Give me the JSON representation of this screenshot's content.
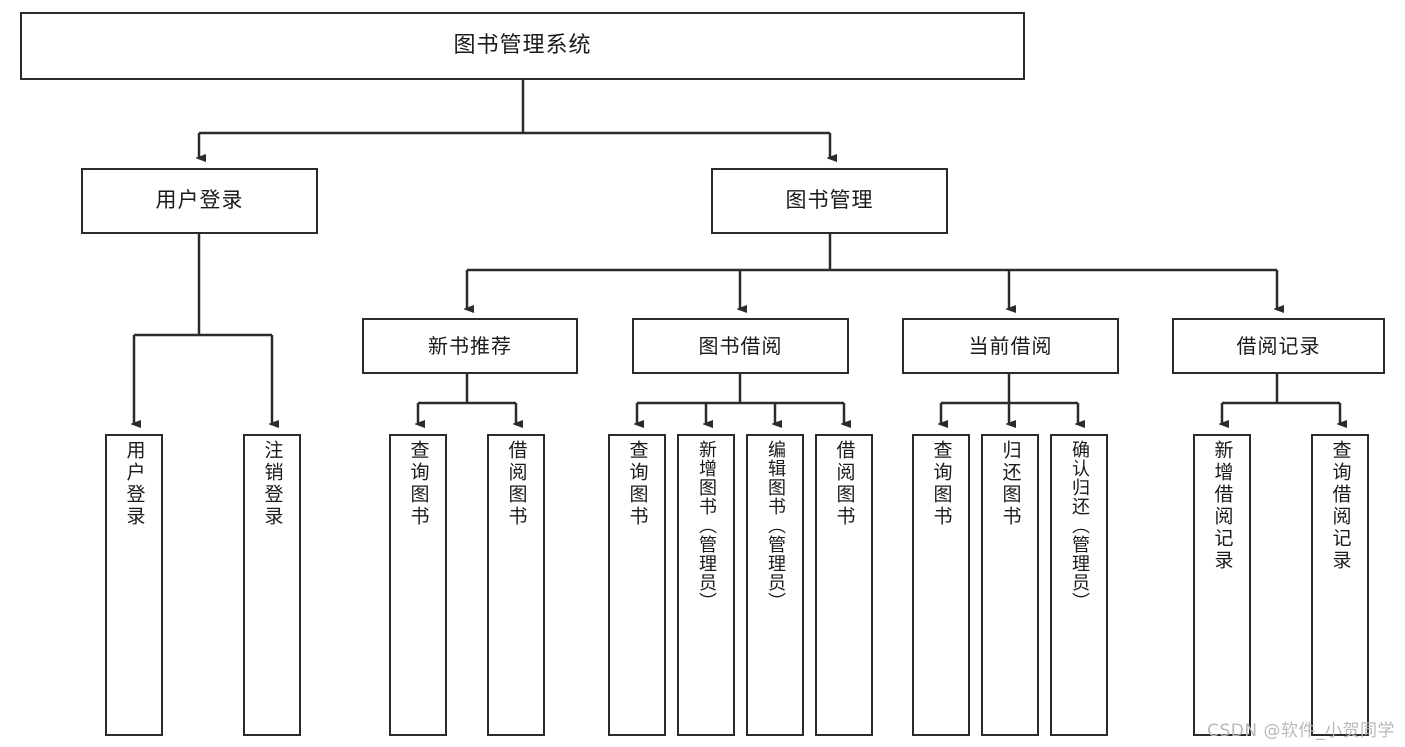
{
  "diagram": {
    "type": "tree-hierarchy",
    "title": "图书管理系统",
    "colors": {
      "stroke": "#2b2b2b",
      "fill": "#ffffff",
      "text": "#1a1a1a",
      "watermark": "#b9b9b9"
    },
    "nodes": {
      "root": {
        "label": "图书管理系统"
      },
      "level1": [
        {
          "id": "user-login",
          "label": "用户登录"
        },
        {
          "id": "book-manage",
          "label": "图书管理"
        }
      ],
      "level2": [
        {
          "id": "new-book-rec",
          "label": "新书推荐"
        },
        {
          "id": "book-borrow",
          "label": "图书借阅"
        },
        {
          "id": "current-borrow",
          "label": "当前借阅"
        },
        {
          "id": "borrow-record",
          "label": "借阅记录"
        }
      ],
      "leaves": [
        {
          "id": "leaf-user-login",
          "label": "用户登录",
          "parent": "user-login"
        },
        {
          "id": "leaf-logout-login",
          "label": "注销登录",
          "parent": "user-login"
        },
        {
          "id": "leaf-query-book-1",
          "label": "查询图书",
          "parent": "new-book-rec"
        },
        {
          "id": "leaf-borrow-book-1",
          "label": "借阅图书",
          "parent": "new-book-rec"
        },
        {
          "id": "leaf-query-book-2",
          "label": "查询图书",
          "parent": "book-borrow"
        },
        {
          "id": "leaf-add-book",
          "label": "新增图书（管理员）",
          "parent": "book-borrow"
        },
        {
          "id": "leaf-edit-book",
          "label": "编辑图书（管理员）",
          "parent": "book-borrow"
        },
        {
          "id": "leaf-borrow-book-2",
          "label": "借阅图书",
          "parent": "book-borrow"
        },
        {
          "id": "leaf-query-book-3",
          "label": "查询图书",
          "parent": "current-borrow"
        },
        {
          "id": "leaf-return-book",
          "label": "归还图书",
          "parent": "current-borrow"
        },
        {
          "id": "leaf-confirm-return",
          "label": "确认归还（管理员）",
          "parent": "current-borrow"
        },
        {
          "id": "leaf-add-record",
          "label": "新增借阅记录",
          "parent": "borrow-record"
        },
        {
          "id": "leaf-query-record",
          "label": "查询借阅记录",
          "parent": "borrow-record"
        }
      ]
    }
  },
  "watermark": {
    "text": "CSDN @软件_小贺同学"
  }
}
